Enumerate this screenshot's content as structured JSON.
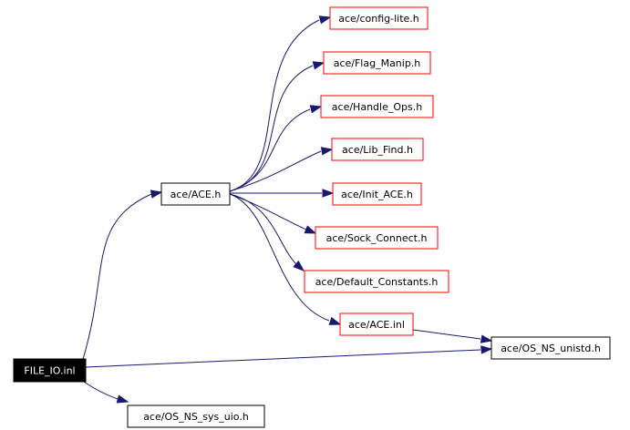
{
  "graph": {
    "colors": {
      "edge": "#191970",
      "focus_fill": "#000000",
      "focus_text": "#ffffff",
      "documented_border": "#000000",
      "undocumented_border": "#ff0000",
      "node_fill": "#ffffff",
      "node_text": "#000000"
    },
    "nodes": {
      "file_io": {
        "label": "FILE_IO.inl",
        "style": "focus"
      },
      "ace_h": {
        "label": "ace/ACE.h",
        "style": "black"
      },
      "os_ns_sys_uio": {
        "label": "ace/OS_NS_sys_uio.h",
        "style": "black"
      },
      "os_ns_unistd": {
        "label": "ace/OS_NS_unistd.h",
        "style": "black"
      },
      "config_lite": {
        "label": "ace/config-lite.h",
        "style": "red"
      },
      "flag_manip": {
        "label": "ace/Flag_Manip.h",
        "style": "red"
      },
      "handle_ops": {
        "label": "ace/Handle_Ops.h",
        "style": "red"
      },
      "lib_find": {
        "label": "ace/Lib_Find.h",
        "style": "red"
      },
      "init_ace": {
        "label": "ace/Init_ACE.h",
        "style": "red"
      },
      "sock_connect": {
        "label": "ace/Sock_Connect.h",
        "style": "red"
      },
      "default_constants": {
        "label": "ace/Default_Constants.h",
        "style": "red"
      },
      "ace_inl": {
        "label": "ace/ACE.inl",
        "style": "red"
      }
    },
    "edges": [
      {
        "from": "file_io",
        "to": "ace_h"
      },
      {
        "from": "file_io",
        "to": "os_ns_unistd"
      },
      {
        "from": "file_io",
        "to": "os_ns_sys_uio"
      },
      {
        "from": "ace_h",
        "to": "config_lite"
      },
      {
        "from": "ace_h",
        "to": "flag_manip"
      },
      {
        "from": "ace_h",
        "to": "handle_ops"
      },
      {
        "from": "ace_h",
        "to": "lib_find"
      },
      {
        "from": "ace_h",
        "to": "init_ace"
      },
      {
        "from": "ace_h",
        "to": "sock_connect"
      },
      {
        "from": "ace_h",
        "to": "default_constants"
      },
      {
        "from": "ace_h",
        "to": "ace_inl"
      },
      {
        "from": "ace_inl",
        "to": "os_ns_unistd"
      }
    ]
  }
}
